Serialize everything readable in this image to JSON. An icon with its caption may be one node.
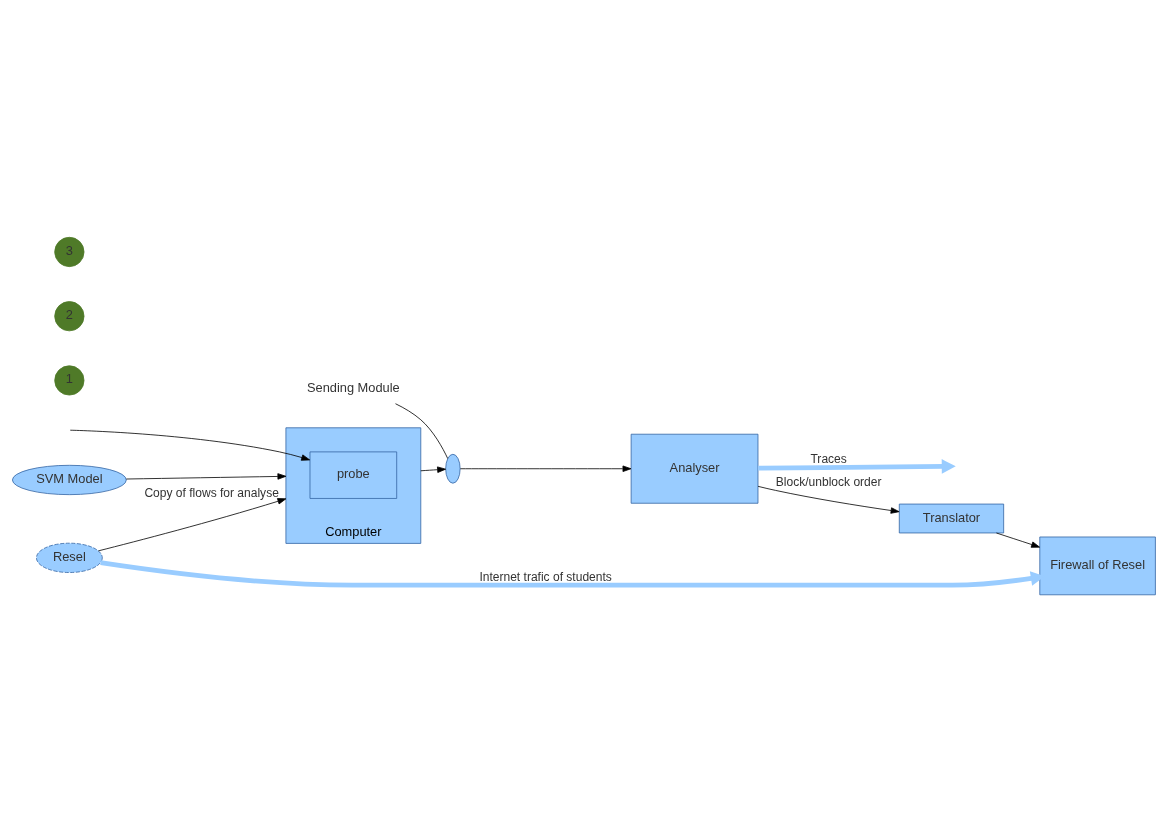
{
  "diagram": {
    "nodes": [
      {
        "text": [
          "SVM Model"
        ]
      },
      {
        "text": [
          "1"
        ]
      },
      {
        "text": [
          "Sending Module"
        ]
      },
      {
        "text": [
          "Computer"
        ]
      },
      {
        "text": [
          "probe"
        ],
        "in": 3
      },
      {
        "text": [],
        "shape": "ellipse"
      },
      {
        "text": [
          "Analyser"
        ]
      },
      {
        "text": [
          "2"
        ]
      },
      {
        "text": [
          "Translator"
        ]
      },
      {
        "text": [
          "3"
        ]
      },
      {
        "text": [
          "Resel"
        ]
      },
      {
        "text": [
          "Firewall of Resel"
        ]
      }
    ],
    "edges": [
      {
        "from": 0,
        "to": 3,
        "arrow": "to"
      },
      {
        "from": null,
        "to": 4,
        "arrow": "to"
      },
      {
        "from": 3,
        "to": 5,
        "arrow": "to"
      },
      {
        "from": 5,
        "to": 6,
        "arrow": "to"
      },
      {
        "from": 2,
        "to": 5,
        "arrow": "none"
      },
      {
        "from": 6,
        "to": null,
        "arrow": "to",
        "label": "Traces",
        "style": "thick",
        "color": "#99ccff"
      },
      {
        "from": 6,
        "to": 8,
        "arrow": "to",
        "label": "Block/unblock order"
      },
      {
        "from": 8,
        "to": 11,
        "arrow": "to"
      },
      {
        "from": 10,
        "to": 3,
        "arrow": "to",
        "label": "Copy of flows for analyse"
      },
      {
        "from": 10,
        "to": 11,
        "arrow": "to",
        "label": "Internet trafic of students",
        "style": "thick",
        "color": "#99ccff"
      }
    ]
  }
}
